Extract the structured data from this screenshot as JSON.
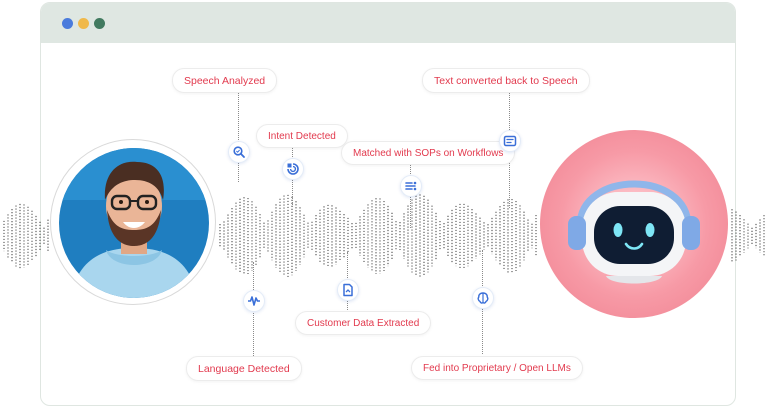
{
  "window": {
    "controls": [
      "close",
      "minimize",
      "maximize"
    ]
  },
  "steps": {
    "speech_analyzed": "Speech Analyzed",
    "intent_detected": "Intent Detected",
    "matched_sops": "Matched with SOPs on Workflows",
    "text_to_speech": "Text converted back to Speech",
    "language_detected": "Language Detected",
    "customer_data": "Customer Data Extracted",
    "fed_llms": "Fed into Proprietary / Open LLMs"
  },
  "icons": {
    "speech_analyzed": "magnifier-icon",
    "intent_detected": "target-icon",
    "matched_sops": "workflow-icon",
    "text_to_speech": "document-icon",
    "language_detected": "waveform-icon",
    "customer_data": "file-icon",
    "fed_llms": "brain-icon"
  },
  "colors": {
    "accent": "#e23a4e",
    "icon": "#3a6fd8",
    "titlebar": "#dfe7e2"
  }
}
